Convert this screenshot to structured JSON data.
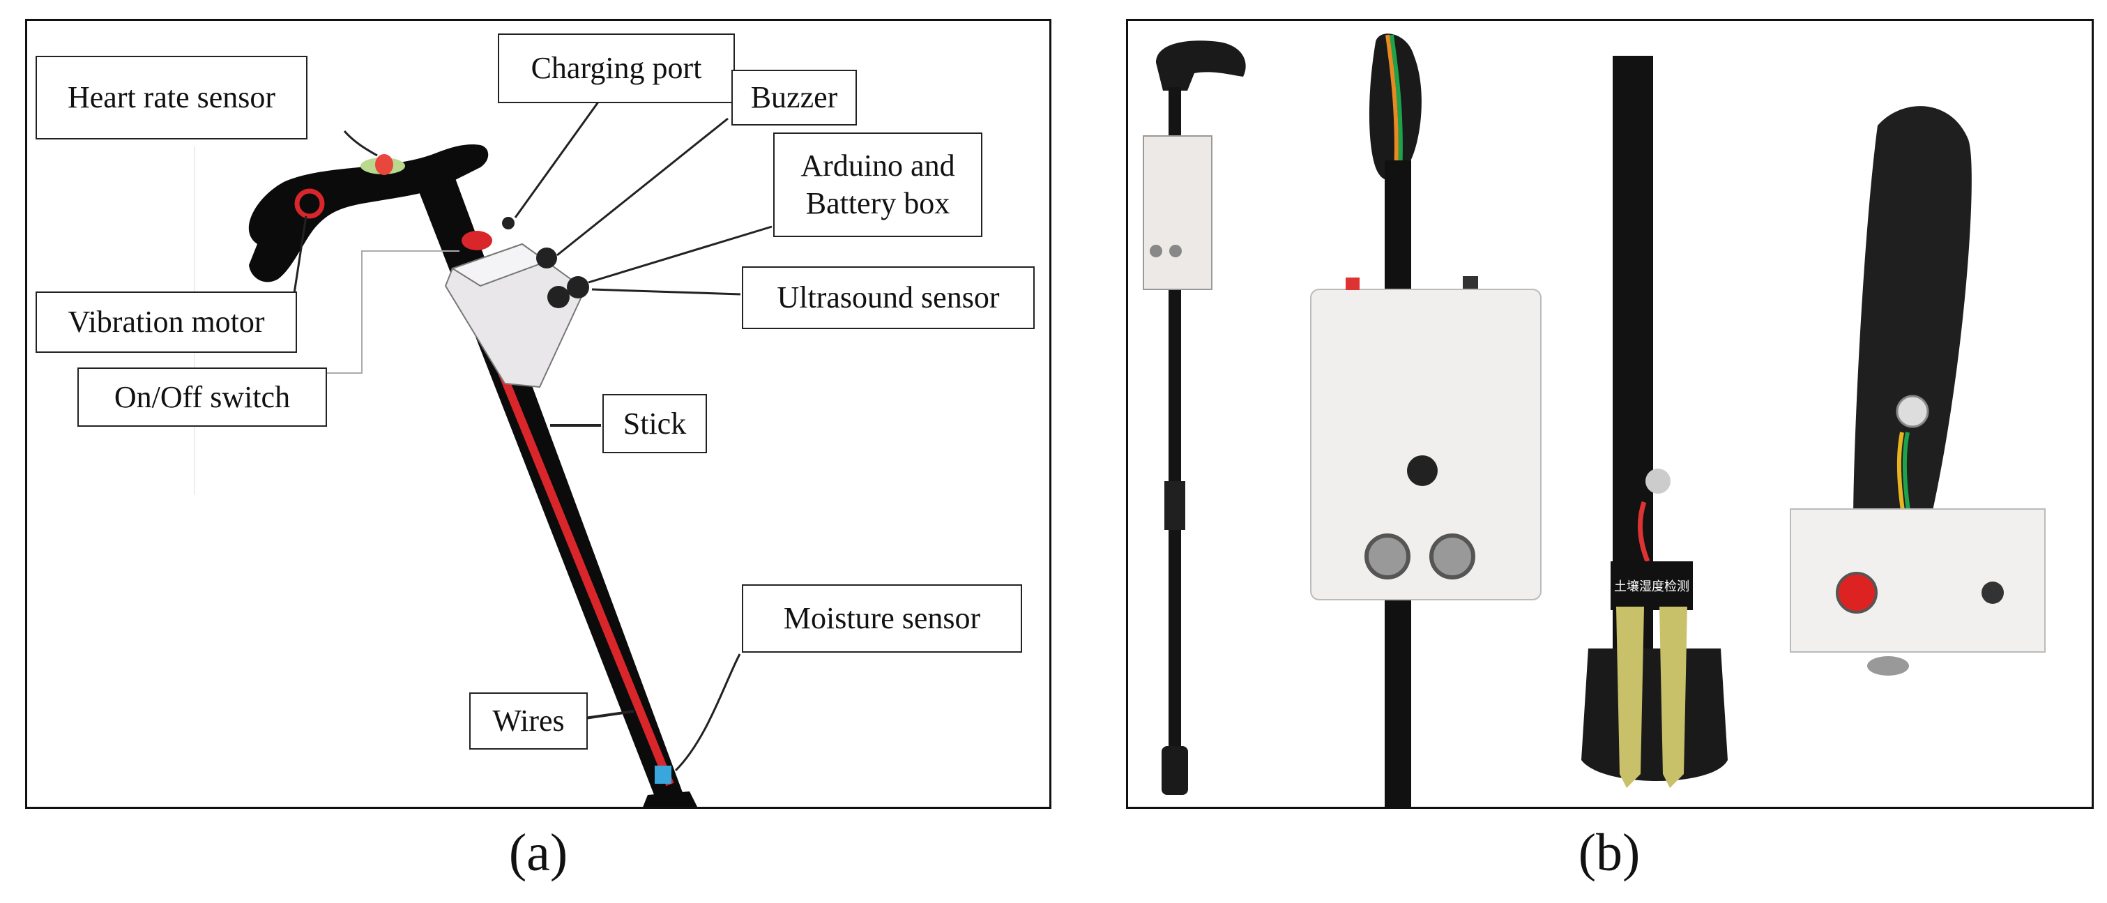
{
  "labels": {
    "heart_rate_sensor": "Heart rate sensor",
    "charging_port": "Charging port",
    "buzzer": "Buzzer",
    "arduino_line1": "Arduino and",
    "arduino_line2": "Battery box",
    "vibration_motor": "Vibration motor",
    "ultrasound_sensor": "Ultrasound sensor",
    "on_off_switch": "On/Off switch",
    "stick": "Stick",
    "moisture_sensor": "Moisture sensor",
    "wires": "Wires"
  },
  "captions": {
    "a": "(a)",
    "b": "(b)"
  },
  "colors": {
    "stick": "#0b0b0b",
    "wire": "#d8262a",
    "box": "#e9e7ea",
    "moisture": "#3aa7dc",
    "heart": "#e9463d",
    "pad": "#b9d98f"
  },
  "photo_text": {
    "moisture_module_chinese": "土壤湿度检测"
  }
}
